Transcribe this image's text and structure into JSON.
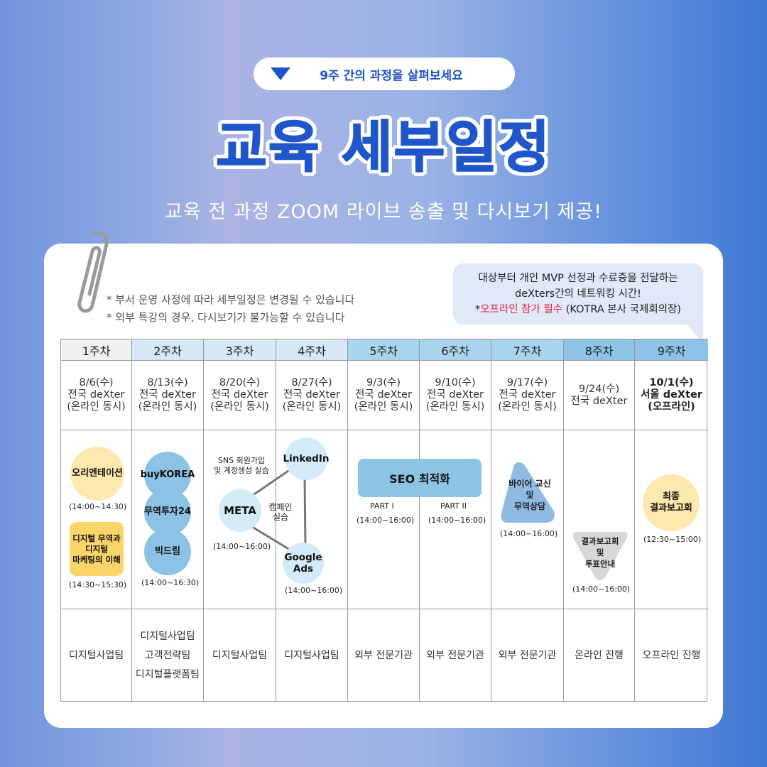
{
  "header": {
    "pill_text": "9주 간의 과정을 살펴보세요",
    "title": "교육 세부일정",
    "subtitle": "교육 전 과정 ZOOM 라이브 송출 및 다시보기 제공!"
  },
  "notes": [
    "* 부서 운영 사정에 따라 세부일정은 변경될 수 있습니다",
    "* 외부 특강의 경우, 다시보기가 불가능할 수 있습니다"
  ],
  "bubble": {
    "line1": "대상부터 개인 MVP 선정과 수료증을 전달하는",
    "line2": "deXters간의 네트워킹 시간!",
    "line3_prefix": "*",
    "line3_highlight": "오프라인 참가 필수",
    "line3_suffix": " (KOTRA 본사 국제회의장)"
  },
  "weeks": [
    {
      "label": "1주차",
      "date": "8/6(수)",
      "place": "전국 deXter",
      "mode": "(온라인 동시)"
    },
    {
      "label": "2주차",
      "date": "8/13(수)",
      "place": "전국 deXter",
      "mode": "(온라인 동시)"
    },
    {
      "label": "3주차",
      "date": "8/20(수)",
      "place": "전국 deXter",
      "mode": "(온라인 동시)"
    },
    {
      "label": "4주차",
      "date": "8/27(수)",
      "place": "전국 deXter",
      "mode": "(온라인 동시)"
    },
    {
      "label": "5주차",
      "date": "9/3(수)",
      "place": "전국 deXter",
      "mode": "(온라인 동시)"
    },
    {
      "label": "6주차",
      "date": "9/10(수)",
      "place": "전국 deXter",
      "mode": "(온라인 동시)"
    },
    {
      "label": "7주차",
      "date": "9/17(수)",
      "place": "전국 deXter",
      "mode": "(온라인 동시)"
    },
    {
      "label": "8주차",
      "date": "9/24(수)",
      "place": "전국 deXter",
      "mode": ""
    },
    {
      "label": "9주차",
      "date": "10/1(수)",
      "place": "서울 deXter",
      "mode": "(오프라인)"
    }
  ],
  "teams": [
    [
      "디지털사업팀"
    ],
    [
      "디지털사업팀",
      "고객전략팀",
      "디지털플랫폼팀"
    ],
    [
      "디지털사업팀"
    ],
    [
      "디지털사업팀"
    ],
    [
      "외부 전문기관"
    ],
    [
      "외부 전문기관"
    ],
    [
      "외부 전문기관"
    ],
    [
      "온라인 진행"
    ],
    [
      "오프라인 진행"
    ]
  ],
  "sessions": {
    "w1": {
      "a": "오리엔테이션",
      "a_time": "(14:00~14:30)",
      "b": "디지털 무역과\n디지털\n마케팅의 이해",
      "b_time": "(14:30~15:30)"
    },
    "w2": {
      "a": "buyKOREA",
      "b": "무역투자24",
      "c": "빅드림",
      "time": "(14:00~16:30)"
    },
    "w3": {
      "note": "SNS 회원가입\n및 계정생성 실습",
      "meta": "META",
      "time": "(14:00~16:00)"
    },
    "w34": {
      "campaign": "캠페인\n실습"
    },
    "w4": {
      "linkedin": "LinkedIn",
      "google": "Google\nAds",
      "time": "(14:00~16:00)"
    },
    "w56": {
      "seo": "SEO 최적화",
      "part1": "PART I",
      "part2": "PART II",
      "time1": "(14:00~16:00)",
      "time2": "(14:00~16:00)"
    },
    "w7": {
      "text": "바이어 교신\n및\n무역상담",
      "time": "(14:00~16:00)"
    },
    "w8": {
      "text": "결과보고회\n및\n투표안내",
      "time": "(14:00~16:00)"
    },
    "w9": {
      "text": "최종\n결과보고회",
      "time": "(12:30~15:00)"
    }
  }
}
